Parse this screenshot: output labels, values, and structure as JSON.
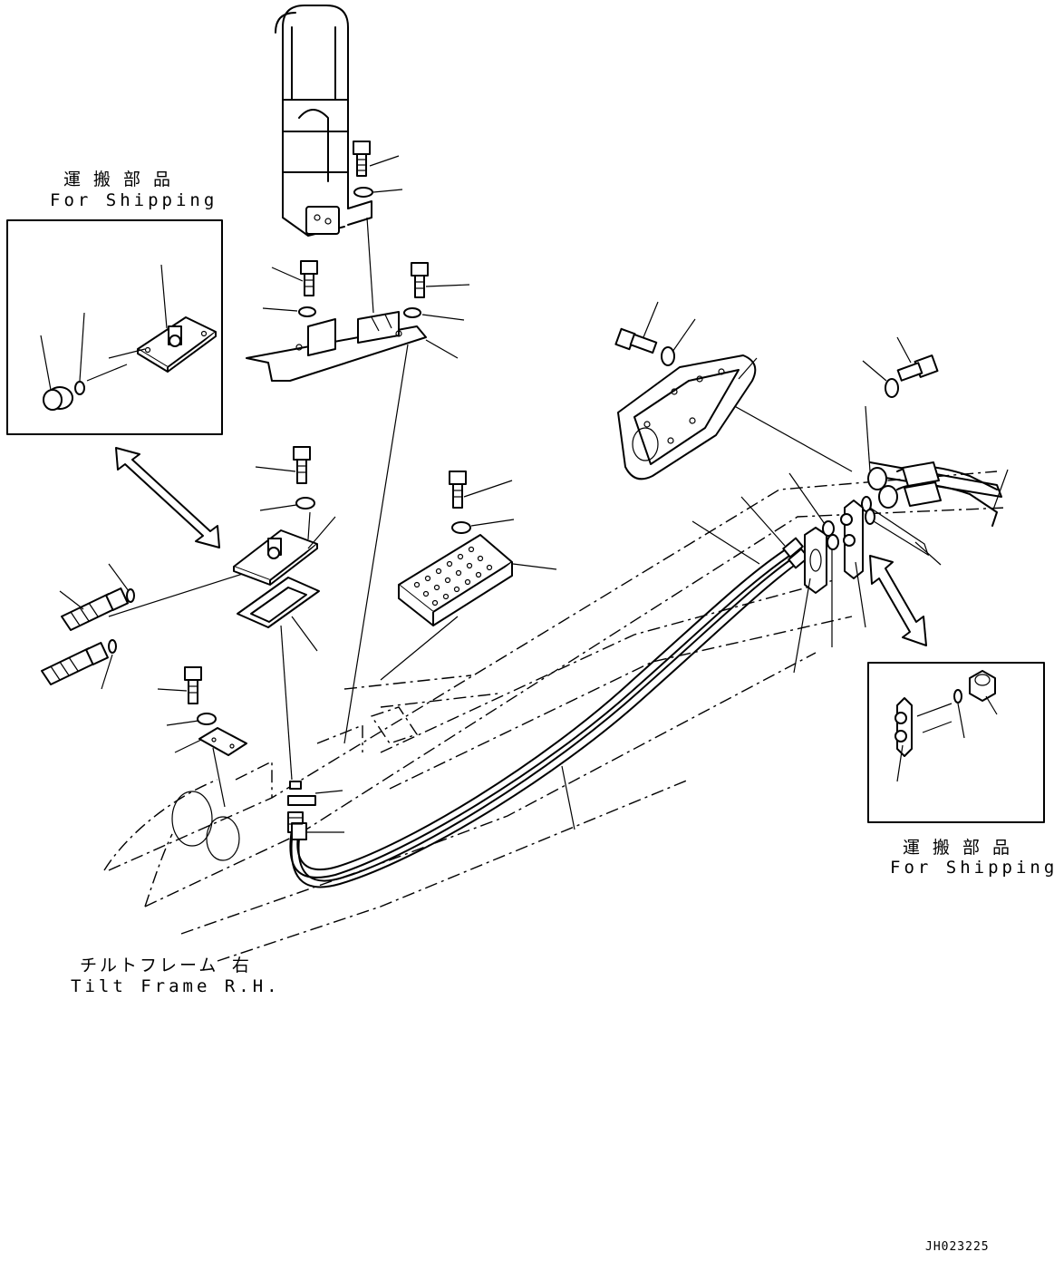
{
  "shipping_left": {
    "jp": "運搬部品",
    "en": "For Shipping"
  },
  "shipping_right": {
    "jp": "運搬部品",
    "en": "For Shipping"
  },
  "tilt_frame": {
    "jp": "チルトフレーム 右",
    "en": "Tilt Frame R.H."
  },
  "drawing_code": "JH023225"
}
